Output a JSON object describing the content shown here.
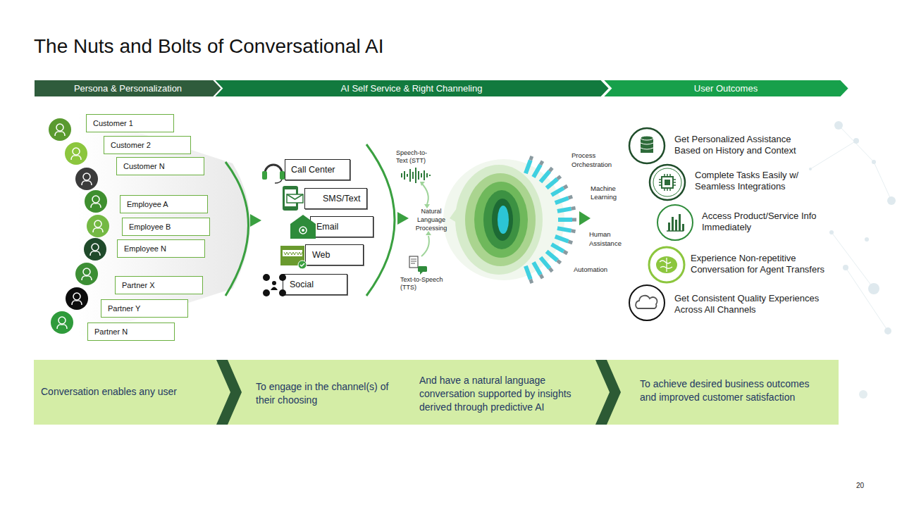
{
  "diagram": {
    "title": "The Nuts and Bolts of Conversational AI",
    "nodes": [
      {
        "text": [
          "Persona & Personalization"
        ]
      },
      {
        "text": [
          "AI Self Service & Right Channeling"
        ]
      },
      {
        "text": [
          "User Outcomes"
        ]
      },
      {
        "text": [
          "Customer 1"
        ]
      },
      {
        "text": [
          "Customer 2"
        ]
      },
      {
        "text": [
          "Customer N"
        ]
      },
      {
        "text": [
          "Employee A"
        ]
      },
      {
        "text": [
          "Employee B"
        ]
      },
      {
        "text": [
          "Employee N"
        ]
      },
      {
        "text": [
          "Partner X"
        ]
      },
      {
        "text": [
          "Partner Y"
        ]
      },
      {
        "text": [
          "Partner N"
        ]
      },
      {
        "text": [
          "Call Center"
        ]
      },
      {
        "text": [
          "SMS/Text"
        ]
      },
      {
        "text": [
          "Email"
        ]
      },
      {
        "text": [
          "Web"
        ]
      },
      {
        "text": [
          "Social"
        ]
      },
      {
        "text": [
          "Conversation enables any user",
          "To engage in the channel(s) of their choosing",
          "And have a natural language conversation supported by insights derived through predictive AI",
          "To achieve desired business outcomes and improved customer satisfaction"
        ]
      }
    ],
    "labels": [
      "Speech-to-Text (STT)",
      "Natural Language Processing",
      "Text-to-Speech (TTS)",
      "Process Orchestration",
      "Machine Learning",
      "Human Assistance",
      "Automation",
      "Get Personalized Assistance Based on History and Context",
      "Complete Tasks Easily w/ Seamless Integrations",
      "Access Product/Service Info Immediately",
      "Experience Non-repetitive Conversation for Agent Transfers",
      "Get Consistent Quality Experiences Across All Channels",
      "20"
    ]
  }
}
